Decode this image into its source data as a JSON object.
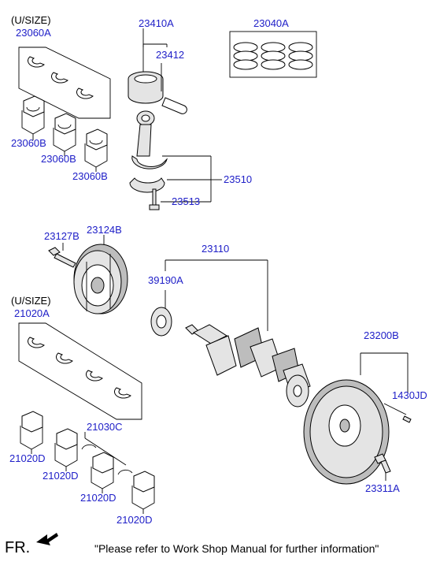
{
  "labels": {
    "undersize_top": "(U/SIZE)",
    "undersize_bottom": "(U/SIZE)",
    "p23060A": "23060A",
    "p23060B_1": "23060B",
    "p23060B_2": "23060B",
    "p23060B_3": "23060B",
    "p23410A": "23410A",
    "p23412": "23412",
    "p23040A": "23040A",
    "p23510": "23510",
    "p23513": "23513",
    "p23127B": "23127B",
    "p23124B": "23124B",
    "p23110": "23110",
    "p39190A": "39190A",
    "p21020A": "21020A",
    "p23200B": "23200B",
    "p1430JD": "1430JD",
    "p21030C": "21030C",
    "p21020D_1": "21020D",
    "p21020D_2": "21020D",
    "p21020D_3": "21020D",
    "p21020D_4": "21020D",
    "p23311A": "23311A"
  },
  "footer": {
    "fr": "FR.",
    "note": "\"Please refer to Work Shop Manual for further information\""
  },
  "colors": {
    "part_label": "#2020c8",
    "text": "#000000"
  }
}
